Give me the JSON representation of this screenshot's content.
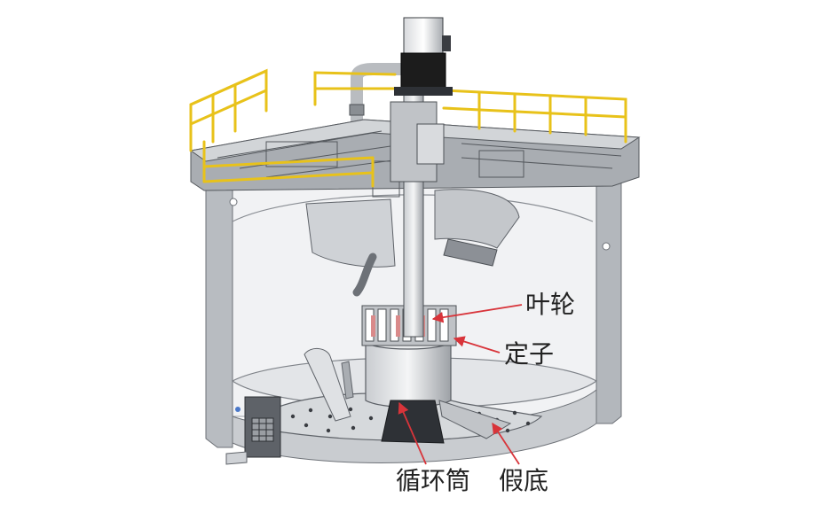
{
  "labels": {
    "impeller": "叶轮",
    "stator": "定子",
    "draft_tube": "循环筒",
    "false_bottom": "假底"
  },
  "colors": {
    "railing": "#e8c21a",
    "steel": "#8f9399",
    "steel_dark": "#5a5e64",
    "glass": "#eef0f2",
    "arrow": "#d8343a",
    "motor": "#1c1c1c"
  }
}
